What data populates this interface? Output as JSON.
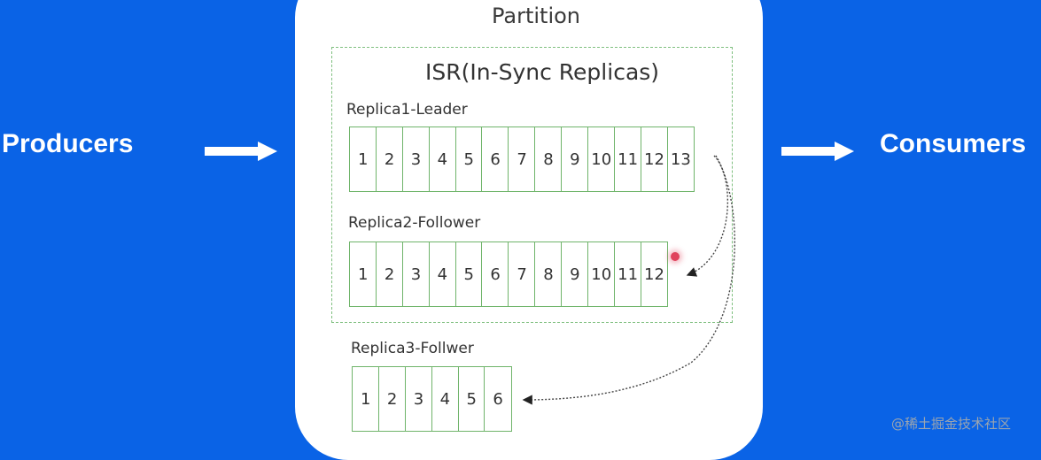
{
  "left_label": "Producers",
  "right_label": "Consumers",
  "partition": {
    "title": "Partition",
    "isr_title": "ISR(In-Sync Replicas)"
  },
  "replicas": [
    {
      "id": "r1",
      "label": "Replica1-Leader",
      "offsets": [
        "1",
        "2",
        "3",
        "4",
        "5",
        "6",
        "7",
        "8",
        "9",
        "10",
        "11",
        "12",
        "13"
      ]
    },
    {
      "id": "r2",
      "label": "Replica2-Follower",
      "offsets": [
        "1",
        "2",
        "3",
        "4",
        "5",
        "6",
        "7",
        "8",
        "9",
        "10",
        "11",
        "12"
      ]
    },
    {
      "id": "r3",
      "label": "Replica3-Follwer",
      "offsets": [
        "1",
        "2",
        "3",
        "4",
        "5",
        "6"
      ]
    }
  ],
  "watermark": "@稀土掘金技术社区",
  "colors": {
    "background": "#0a63e6",
    "cell_border": "#6fb46a",
    "isr_border": "#7fbf7f"
  }
}
